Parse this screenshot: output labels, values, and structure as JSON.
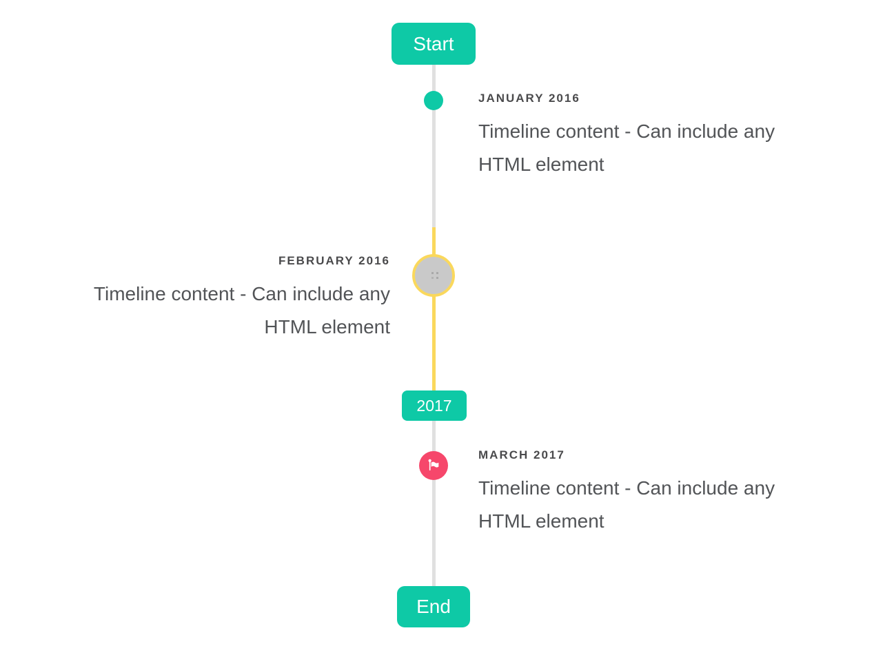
{
  "timeline": {
    "start_badge_label": "Start",
    "year_badge_label": "2017",
    "end_badge_label": "End",
    "colors": {
      "accent_teal": "#0ec9a6",
      "accent_yellow": "#fad85c",
      "accent_pink": "#f6476b",
      "line_gray": "#e0e0e0",
      "circle_fill": "#c9c9c9",
      "title_gray": "#4a4a4c",
      "content_gray": "#525457"
    },
    "icons": {
      "flag": "flag-icon",
      "broken_image": "broken-image-icon"
    },
    "entries": [
      {
        "id": "january-2016",
        "title": "JANUARY 2016",
        "content": "Timeline content - Can include any HTML element",
        "side": "right",
        "marker": "teal-dot"
      },
      {
        "id": "february-2016",
        "title": "FEBRUARY 2016",
        "content": "Timeline content - Can include any HTML element",
        "side": "left",
        "marker": "image-placeholder-circle"
      },
      {
        "id": "march-2017",
        "title": "MARCH 2017",
        "content": "Timeline content - Can include any HTML element",
        "side": "right",
        "marker": "flag-circle"
      }
    ]
  }
}
